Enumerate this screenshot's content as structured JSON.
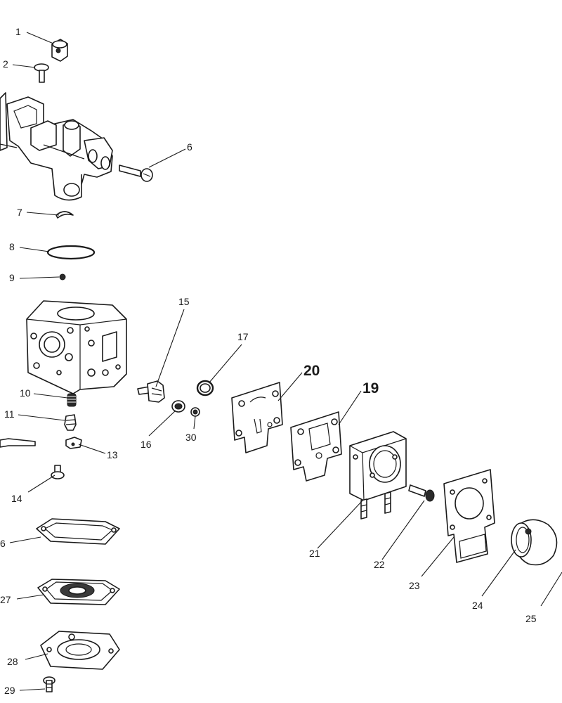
{
  "callouts": {
    "c1": "1",
    "c2": "2",
    "c6": "6",
    "c7": "7",
    "c8": "8",
    "c9": "9",
    "c10": "10",
    "c11": "11",
    "c13": "13",
    "c14": "14",
    "c15": "15",
    "c16": "16",
    "c17": "17",
    "c19": "19",
    "c20": "20",
    "c21": "21",
    "c22": "22",
    "c23": "23",
    "c24": "24",
    "c25": "25",
    "c26": "6",
    "c27": "27",
    "c28": "28",
    "c29": "29",
    "c30": "30"
  }
}
